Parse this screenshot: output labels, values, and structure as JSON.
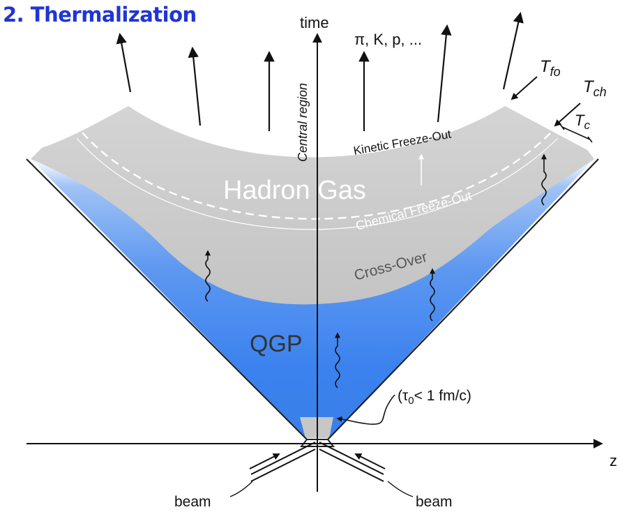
{
  "title": "2. Thermalization",
  "labels": {
    "time_axis": "time",
    "z_axis": "z",
    "central_region": "Central region",
    "hadrons": "π, K, p, ...",
    "t_fo": "T",
    "t_fo_sub": "fo",
    "t_ch": "T",
    "t_ch_sub": "ch",
    "t_c": "T",
    "t_c_sub": "c",
    "kinetic_freeze_out": "Kinetic Freeze-Out",
    "chemical_freeze_out": "Chemical Freeze-Out",
    "hadron_gas": "Hadron Gas",
    "cross_over": "Cross-Over",
    "qgp": "QGP",
    "tau_open": "(τ",
    "tau_sub": "0",
    "tau_rest": "< 1 fm/c)",
    "beam_left": "beam",
    "beam_right": "beam"
  },
  "colors": {
    "title": "#1f35d6",
    "qgp_blue": "#3f86f0",
    "qgp_light": "#dbe8fb",
    "hadron_gray": "#c9c9c9",
    "axis": "#111111"
  }
}
